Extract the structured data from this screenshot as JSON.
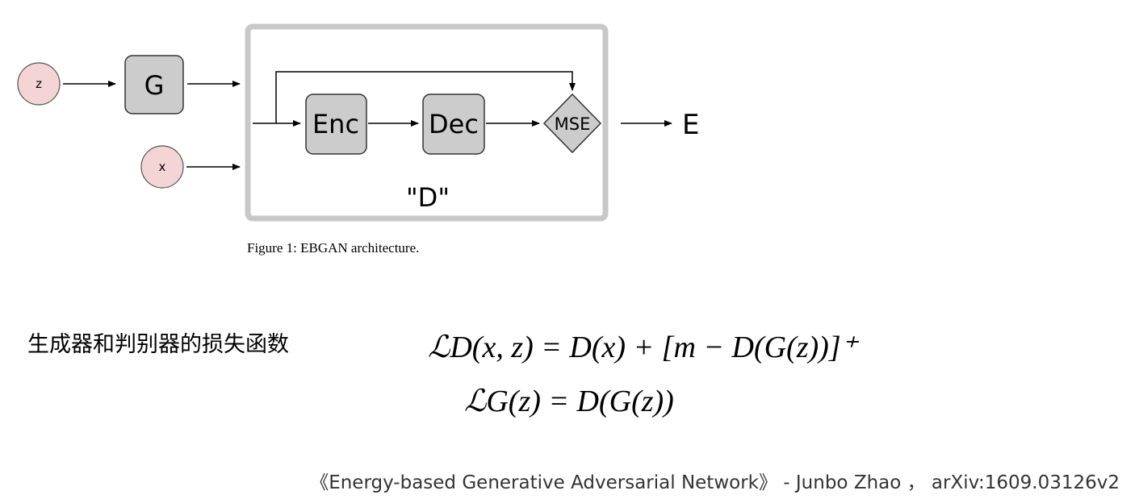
{
  "diagram": {
    "nodes": {
      "z": "z",
      "x": "x",
      "generator": "G",
      "encoder": "Enc",
      "decoder": "Dec",
      "mse": "MSE",
      "energy_output": "E",
      "discriminator_label": "\"D\""
    },
    "caption": "Figure 1:  EBGAN architecture.",
    "colors": {
      "input_fill": "#f4d4d4",
      "block_fill": "#cccccc",
      "frame_stroke": "#c8c8c8"
    }
  },
  "loss": {
    "heading": "生成器和判别器的损失函数",
    "eq1": "ℒD(x, z) = D(x) + [m − D(G(z))]⁺",
    "eq2": "ℒG(z) = D(G(z))"
  },
  "citation": "《Energy-based Generative Adversarial Network》 - Junbo Zhao ， arXiv:1609.03126v2"
}
